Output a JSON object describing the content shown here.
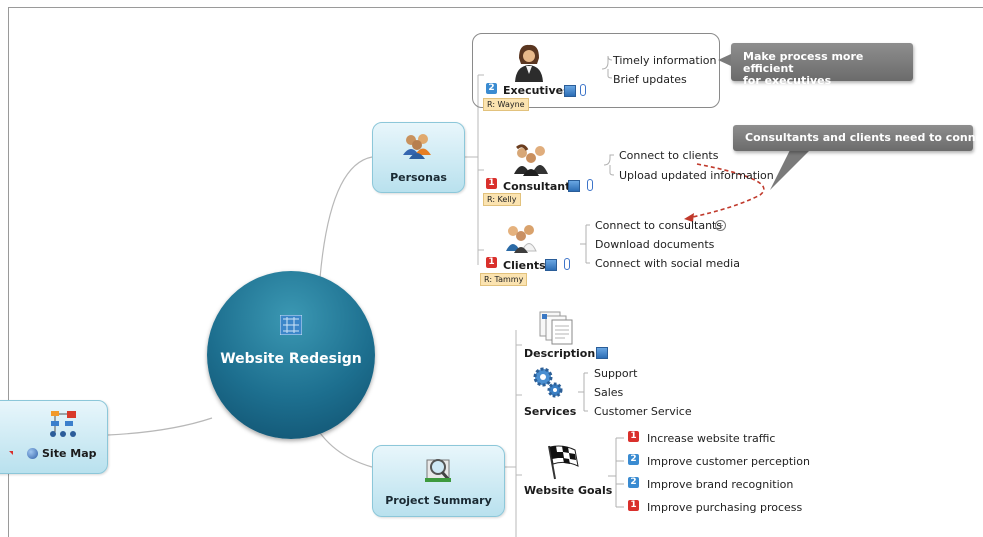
{
  "central": {
    "title": "Website Redesign",
    "icon": "blueprint-icon"
  },
  "site_map": {
    "label": "Site Map",
    "icon": "org-chart-icon",
    "sub_icon": "globe-icon"
  },
  "personas": {
    "label": "Personas",
    "icon": "people-group-icon",
    "executives": {
      "label": "Executives",
      "priority": "2",
      "role": "R: Wayne",
      "icon": "businesswoman-icon",
      "items": [
        "Timely information",
        "Brief updates"
      ]
    },
    "consultants": {
      "label": "Consultants",
      "priority": "1",
      "role": "R: Kelly",
      "icon": "consultants-icon",
      "items": [
        "Connect to clients",
        "Upload updated information"
      ]
    },
    "clients": {
      "label": "Clients",
      "priority": "1",
      "role": "R: Tammy",
      "icon": "clients-icon",
      "items": [
        "Connect to consultants",
        "Download documents",
        "Connect with social media"
      ]
    }
  },
  "callouts": {
    "executives": "Make process more efficient\nfor executives",
    "consultants": "Consultants and clients need to connect"
  },
  "project_summary": {
    "label": "Project Summary",
    "icon": "magnifier-document-icon",
    "description": {
      "label": "Description",
      "icon": "documents-icon"
    },
    "services": {
      "label": "Services",
      "icon": "gears-icon",
      "items": [
        "Support",
        "Sales",
        "Customer Service"
      ]
    },
    "website_goals": {
      "label": "Website Goals",
      "icon": "checkered-flag-icon",
      "items": [
        {
          "priority": "1",
          "text": "Increase website traffic"
        },
        {
          "priority": "2",
          "text": "Improve customer perception"
        },
        {
          "priority": "2",
          "text": "Improve brand recognition"
        },
        {
          "priority": "1",
          "text": "Improve purchasing process"
        }
      ]
    }
  },
  "colors": {
    "central": "#1d6f8f",
    "topic": "#b9e1ee",
    "priority_1": "#d9302c",
    "priority_2": "#3a8bd1",
    "callout": "#7a7a7a",
    "relationship": "#c0392b"
  }
}
